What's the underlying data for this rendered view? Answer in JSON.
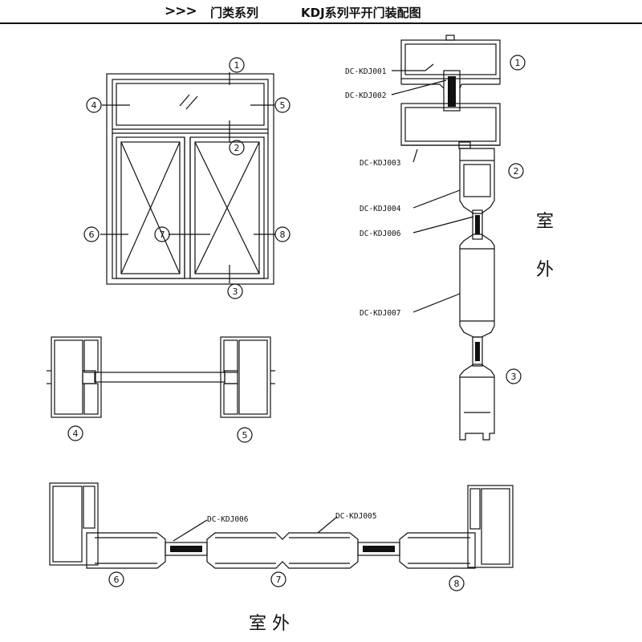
{
  "header": {
    "arrows": ">>>",
    "series": "门类系列",
    "title": "KDJ系列平开门装配图"
  },
  "markers": {
    "m1": "1",
    "m2": "2",
    "m3": "3",
    "m4": "4",
    "m5": "5",
    "m6": "6",
    "m7": "7",
    "m8": "8"
  },
  "parts": {
    "p001": "DC-KDJ001",
    "p002": "DC-KDJ002",
    "p003": "DC-KDJ003",
    "p004": "DC-KDJ004",
    "p005": "DC-KDJ005",
    "p006": "DC-KDJ006",
    "p007": "DC-KDJ007"
  },
  "labels": {
    "outdoor_char1": "室",
    "outdoor_char2": "外",
    "outdoor_bottom": "室 外"
  }
}
